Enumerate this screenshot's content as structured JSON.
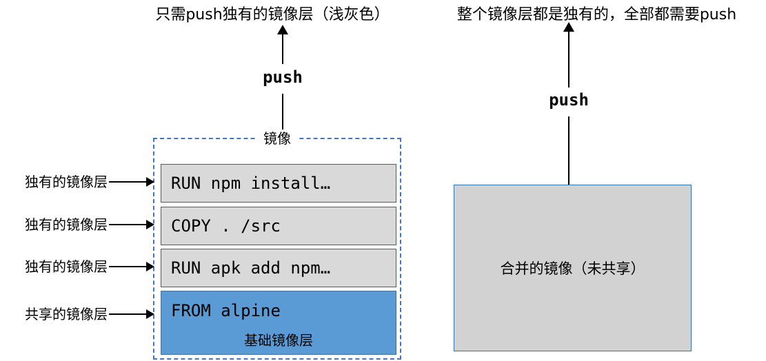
{
  "left": {
    "title": "只需push独有的镜像层（浅灰色）",
    "push_label": "push",
    "box_label": "镜像",
    "layers": [
      {
        "code": "RUN npm install…",
        "type": "unique"
      },
      {
        "code": "COPY . /src",
        "type": "unique"
      },
      {
        "code": "RUN apk add npm…",
        "type": "unique"
      },
      {
        "code": "FROM alpine",
        "sub_label": "基础镜像层",
        "type": "shared"
      }
    ],
    "row_labels": [
      "独有的镜像层",
      "独有的镜像层",
      "独有的镜像层",
      "共享的镜像层"
    ]
  },
  "right": {
    "title": "整个镜像层都是独有的，全部都需要push",
    "push_label": "push",
    "box_label": "合并的镜像（未共享）"
  },
  "colors": {
    "layer_gray": "#d9d9d9",
    "layer_blue": "#5b9bd5",
    "layer_blue_border": "#41719c",
    "dashed_border": "#4472c4",
    "merged_box_fill": "#d2d2d2",
    "merged_box_border": "#2e75b6",
    "line_color": "#000000"
  }
}
